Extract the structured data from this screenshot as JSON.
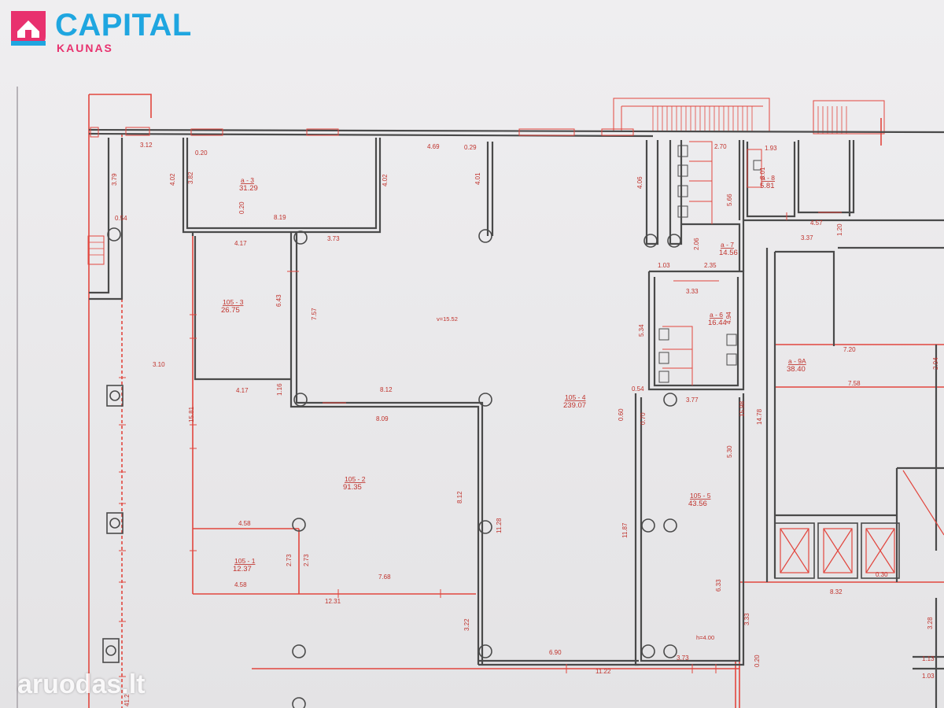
{
  "brand": {
    "name": "CAPITAL",
    "city": "KAUNAS",
    "primary_color": "#1fa6e0",
    "accent_color": "#e8316e"
  },
  "watermark": {
    "text": "aruodas.lt"
  },
  "colors": {
    "paper": "#ecebec",
    "wall": "#4a4a4a",
    "red_line": "#e2463e",
    "text_red": "#c0322c"
  },
  "rooms": [
    {
      "code": "a - 3",
      "area": "31.29"
    },
    {
      "code": "105 - 3",
      "area": "26.75"
    },
    {
      "code": "105 - 2",
      "area": "91.35"
    },
    {
      "code": "105 - 1",
      "area": "12.37"
    },
    {
      "code": "105 - 4",
      "area": "239.07"
    },
    {
      "code": "105 - 5",
      "area": "43.56"
    },
    {
      "code": "a - 6",
      "area": "16.44"
    },
    {
      "code": "a - 7",
      "area": "14.56"
    },
    {
      "code": "a - 8",
      "area": "5.81"
    },
    {
      "code": "a - 9A",
      "area": "38.40"
    }
  ],
  "annotations": {
    "ceiling_height": "v=15.52",
    "height_note": "h=4.00"
  },
  "dimensions": [
    "3.12",
    "0.20",
    "3.79",
    "4.02",
    "3.82",
    "0.54",
    "0.20",
    "8.19",
    "4.17",
    "3.73",
    "4.02",
    "4.69",
    "0.29",
    "4.01",
    "4.06",
    "2.70",
    "5.66",
    "1.93",
    "3.01",
    "4.57",
    "3.37",
    "1.20",
    "2.06",
    "2.35",
    "1.03",
    "3.33",
    "4.94",
    "5.34",
    "6.43",
    "7.57",
    "3.10",
    "15.81",
    "4.17",
    "1.16",
    "8.12",
    "8.09",
    "0.54",
    "0.60",
    "0.70",
    "3.77",
    "15.98",
    "14.78",
    "7.20",
    "7.58",
    "2.04",
    "5.30",
    "8.12",
    "11.28",
    "11.87",
    "4.58",
    "2.73",
    "2.73",
    "4.58",
    "7.68",
    "12.31",
    "3.22",
    "6.90",
    "11.22",
    "6.33",
    "3.73",
    "3.33",
    "0.20",
    "8.32",
    "0.30",
    "3.28",
    "1.13",
    "1.03",
    "41.2"
  ]
}
